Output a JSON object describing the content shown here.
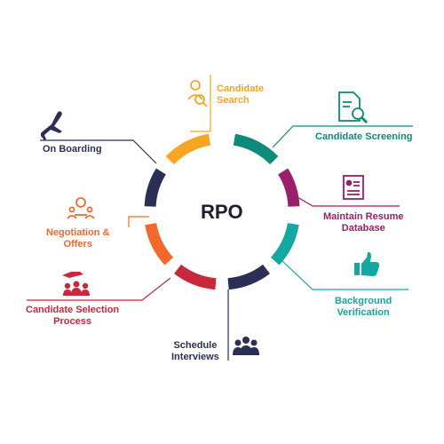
{
  "center_label": "RPO",
  "colors": {
    "orange": "#F5A623",
    "teal": "#0E8A7A",
    "magenta": "#9B1F6A",
    "cyan": "#13A8A0",
    "navy": "#2C2F55",
    "red": "#C9283B",
    "coral": "#F26A2B"
  },
  "items": [
    {
      "id": "candidate-search",
      "line1": "Candidate",
      "line2": "Search",
      "icon": "search-person-icon",
      "color": "#F5A623"
    },
    {
      "id": "candidate-screening",
      "line1": "Candidate Screening",
      "line2": "",
      "icon": "document-magnifier-icon",
      "color": "#0E8A7A"
    },
    {
      "id": "maintain-resume",
      "line1": "Maintain Resume",
      "line2": "Database",
      "icon": "resume-icon",
      "color": "#9B1F6A"
    },
    {
      "id": "background-verification",
      "line1": "Background",
      "line2": "Verification",
      "icon": "thumbs-up-icon",
      "color": "#13A8A0"
    },
    {
      "id": "schedule-interviews",
      "line1": "Schedule",
      "line2": "Interviews",
      "icon": "people-group-icon",
      "color": "#2C2F55"
    },
    {
      "id": "candidate-selection",
      "line1": "Candidate Selection",
      "line2": "Process",
      "icon": "selection-hand-icon",
      "color": "#C9283B"
    },
    {
      "id": "negotiation-offers",
      "line1": "Negotiation &",
      "line2": "Offers",
      "icon": "negotiation-icon",
      "color": "#F26A2B"
    },
    {
      "id": "on-boarding",
      "line1": "On Boarding",
      "line2": "",
      "icon": "airplane-icon",
      "color": "#2C2F55"
    }
  ]
}
